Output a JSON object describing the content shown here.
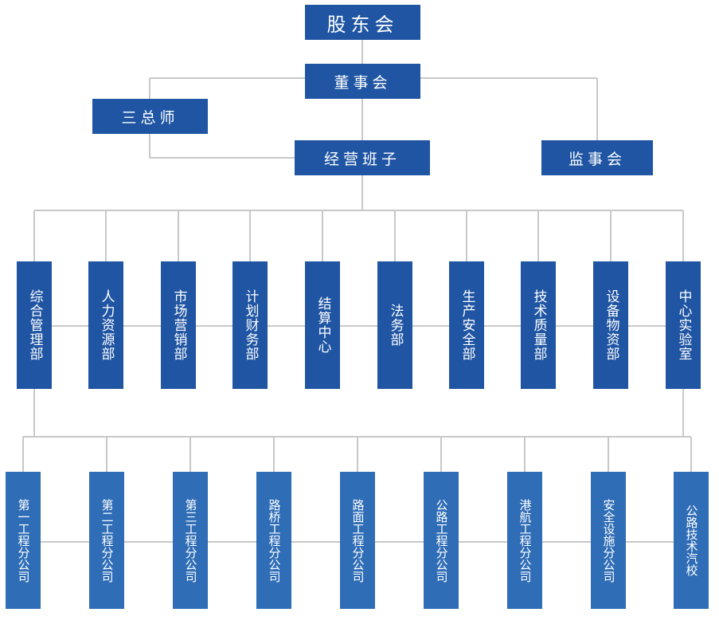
{
  "top": {
    "shareholders": "股东会",
    "board": "董事会",
    "chief_engineers": "三总师",
    "management": "经营班子",
    "supervisors": "监事会"
  },
  "departments": [
    "综合管理部",
    "人力资源部",
    "市场营销部",
    "计划财务部",
    "结算中心",
    "法务部",
    "生产安全部",
    "技术质量部",
    "设备物资部",
    "中心实验室"
  ],
  "subsidiaries": [
    "第一工程分公司",
    "第二工程分公司",
    "第三工程分公司",
    "路桥工程分公司",
    "路面工程分公司",
    "公路工程分公司",
    "港航工程分公司",
    "安全设施分公司",
    "公路技术汽校"
  ]
}
